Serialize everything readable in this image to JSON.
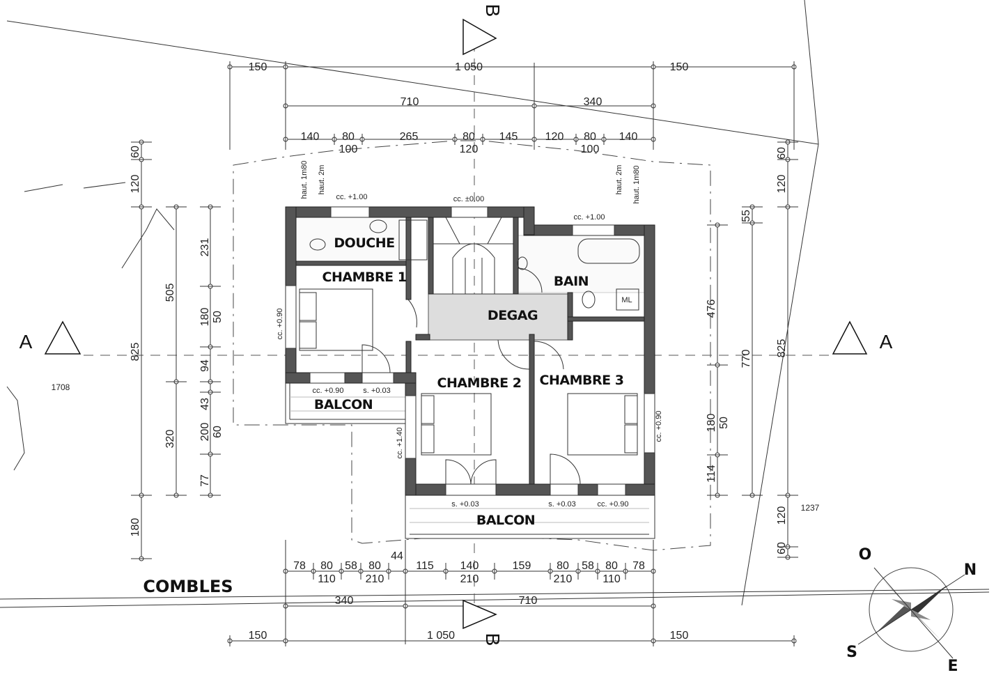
{
  "title": "COMBLES",
  "rooms": {
    "douche": "DOUCHE",
    "chambre1": "CHAMBRE 1",
    "bain": "BAIN",
    "degag": "DEGAG",
    "chambre2": "CHAMBRE 2",
    "chambre3": "CHAMBRE 3",
    "balcon_left": "BALCON",
    "balcon_bottom": "BALCON"
  },
  "annotations": [
    "cc. +1.00",
    "cc. ±0.00",
    "cc. +1.00",
    "cc. +0.90",
    "cc. +0.90",
    "s. +0.03",
    "cc. +1.40",
    "cc. +0.90",
    "s. +0.03",
    "s. +0.03",
    "cc. +0.90",
    "haut. 1m80",
    "haut. 2m",
    "haut. 2m",
    "haut. 1m80",
    "ML"
  ],
  "plot_numbers": [
    "1708",
    "1237"
  ],
  "section_marks": {
    "a_left": "A",
    "a_right": "A",
    "b_top": "B",
    "b_bottom": "B"
  },
  "compass": {
    "o": "O",
    "n": "N",
    "s": "S",
    "e": "E"
  },
  "dimensions": {
    "top_overall": [
      "150",
      "1 050",
      "150"
    ],
    "top_mid": [
      "710",
      "340"
    ],
    "top_detail": [
      "140",
      "80",
      "265",
      "80",
      "145",
      "120",
      "80",
      "140"
    ],
    "top_detail_sub": [
      "100",
      "120",
      "100"
    ],
    "bottom_detail": [
      "78",
      "80",
      "58",
      "80",
      "115",
      "140",
      "159",
      "80",
      "58",
      "80",
      "78"
    ],
    "bottom_detail_sub": [
      "110",
      "210",
      "210",
      "210",
      "110"
    ],
    "bottom_extra": [
      "44"
    ],
    "bottom_mid": [
      "340",
      "710"
    ],
    "bottom_overall": [
      "150",
      "1 050",
      "150"
    ],
    "left_outer": [
      "60",
      "120",
      "825",
      "180"
    ],
    "left_mid": [
      "505",
      "320"
    ],
    "left_inner": [
      "231",
      "180",
      "50",
      "94",
      "43",
      "200",
      "60",
      "77"
    ],
    "right_inner": [
      "476",
      "180",
      "50",
      "114"
    ],
    "right_mid": [
      "55",
      "770"
    ],
    "right_outer": [
      "60",
      "120",
      "825",
      "120",
      "60"
    ]
  }
}
